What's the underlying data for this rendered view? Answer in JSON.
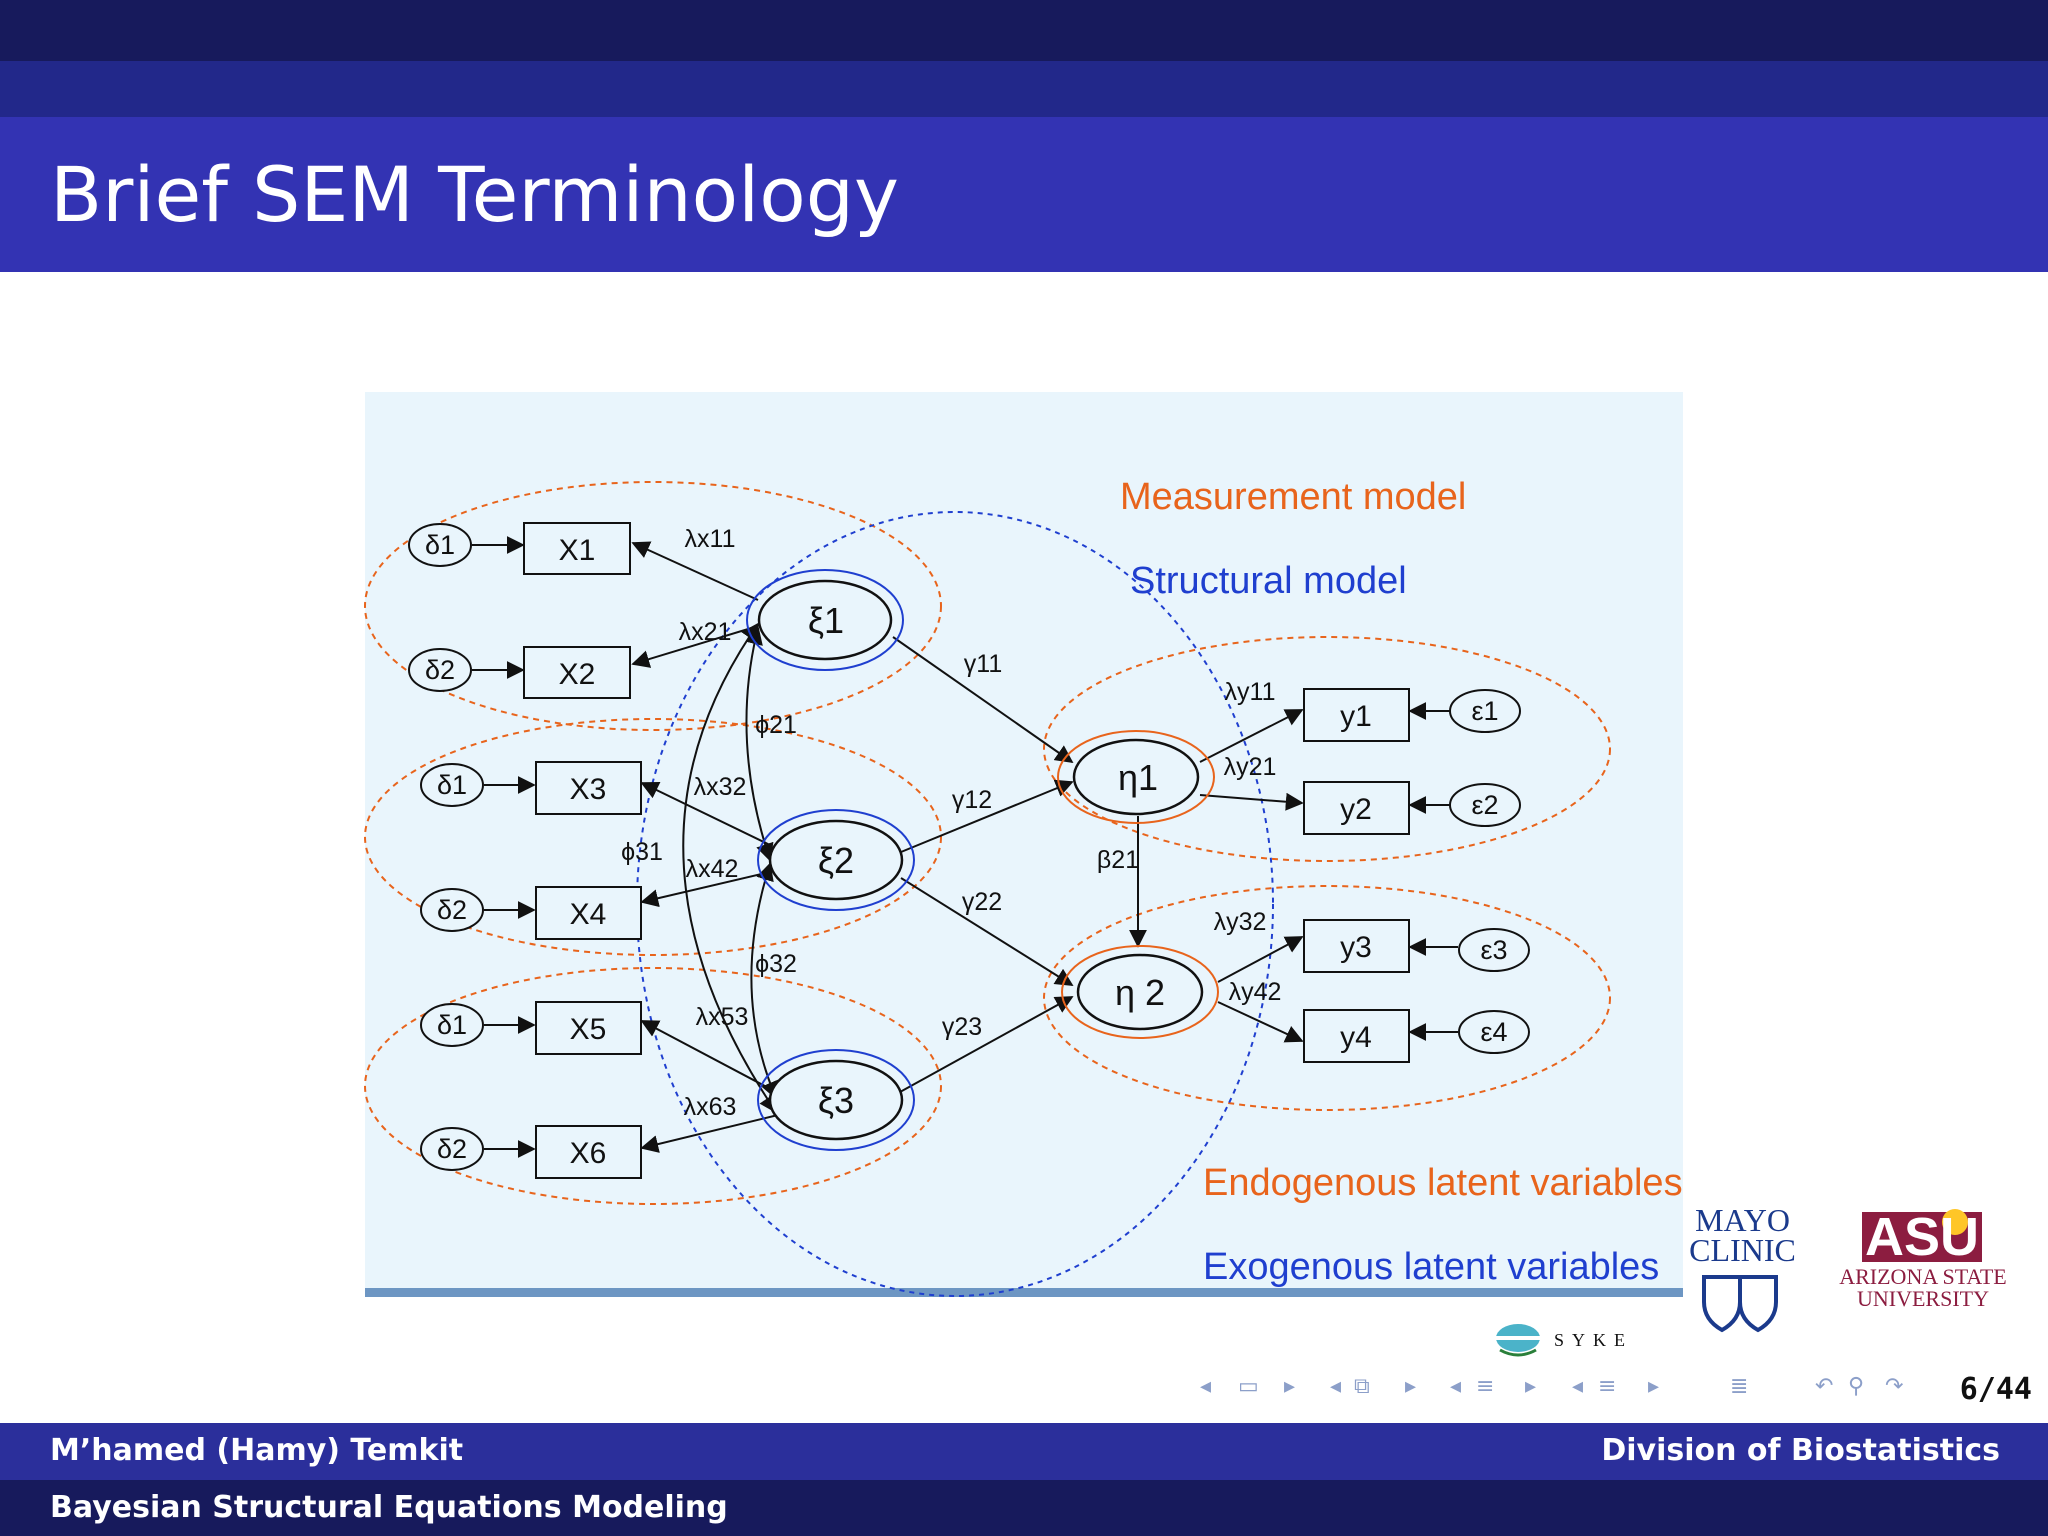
{
  "slide": {
    "title": "Brief SEM Terminology",
    "page": "6/44",
    "footer_left_top": "M’hamed (Hamy) Temkit",
    "footer_right_top": "Division of Biostatistics",
    "footer_left_bottom": "Bayesian Structural Equations Modeling"
  },
  "diagram": {
    "observed_x": [
      "X1",
      "X2",
      "X3",
      "X4",
      "X5",
      "X6"
    ],
    "observed_y": [
      "y1",
      "y2",
      "y3",
      "y4"
    ],
    "errors_x": [
      "δ1",
      "δ2",
      "δ1",
      "δ2",
      "δ1",
      "δ2"
    ],
    "errors_y": [
      "ε1",
      "ε2",
      "ε3",
      "ε4"
    ],
    "exogenous": [
      "ξ1",
      "ξ2",
      "ξ3"
    ],
    "endogenous": [
      "η1",
      "η 2"
    ],
    "loadings_x": [
      "λx11",
      "λx21",
      "λx32",
      "λx42",
      "λx53",
      "λx63"
    ],
    "loadings_y": [
      "λy11",
      "λy21",
      "λy32",
      "λy42"
    ],
    "gammas": [
      "γ11",
      "γ12",
      "γ22",
      "γ23"
    ],
    "beta": "β21",
    "phis": [
      "ϕ21",
      "ϕ31",
      "ϕ32"
    ],
    "legend": {
      "measurement": "Measurement model",
      "structural": "Structural model",
      "endogenous": "Endogenous latent variables",
      "exogenous": "Exogenous latent variables"
    },
    "colors": {
      "orange": "#e8641c",
      "blue": "#1f3fcf",
      "panel": "#e9f5fc"
    }
  },
  "logos": {
    "mayo_line1": "MAYO",
    "mayo_line2": "CLINIC",
    "asu_mark": "ASU",
    "asu_line1": "ARIZONA STATE",
    "asu_line2": "UNIVERSITY",
    "syke": "SYKE"
  }
}
